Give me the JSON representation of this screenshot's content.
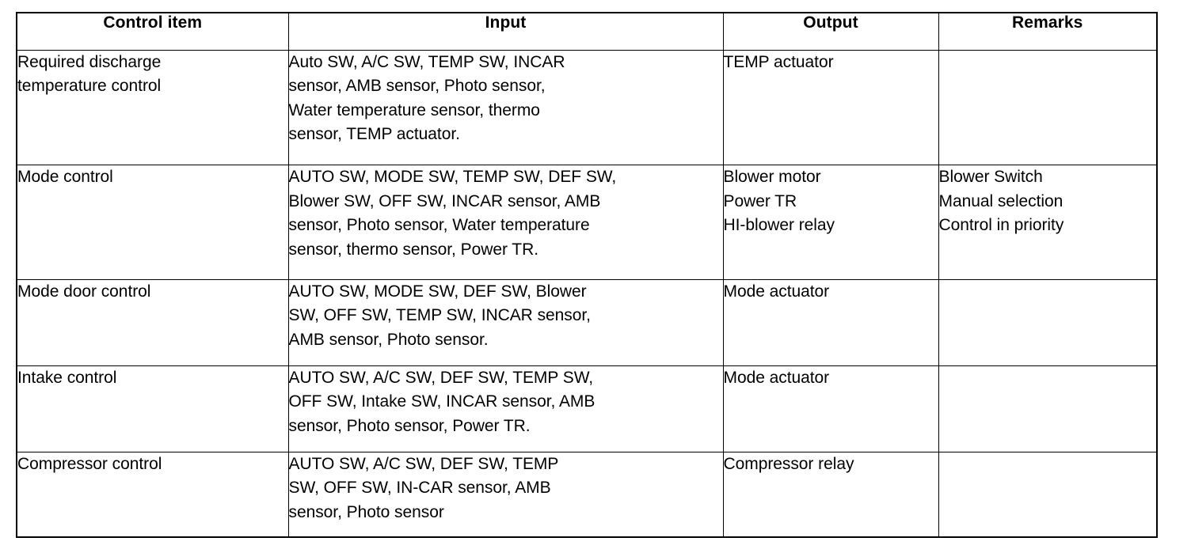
{
  "table": {
    "columns": [
      {
        "key": "control_item",
        "label": "Control item"
      },
      {
        "key": "input",
        "label": "Input"
      },
      {
        "key": "output",
        "label": "Output"
      },
      {
        "key": "remarks",
        "label": "Remarks"
      }
    ],
    "rows": [
      {
        "control_item": [
          "Required discharge",
          "temperature control"
        ],
        "input": [
          "Auto SW, A/C SW, TEMP SW, INCAR",
          "sensor, AMB sensor, Photo sensor,",
          "Water temperature sensor, thermo",
          "sensor, TEMP actuator."
        ],
        "output": [
          "TEMP actuator"
        ],
        "remarks": []
      },
      {
        "control_item": [
          "Mode control"
        ],
        "input": [
          "AUTO SW, MODE SW, TEMP SW, DEF SW,",
          "Blower SW, OFF SW, INCAR sensor, AMB",
          "sensor, Photo sensor, Water temperature",
          "sensor, thermo sensor, Power TR."
        ],
        "output": [
          "Blower motor",
          "Power TR",
          "HI-blower relay"
        ],
        "remarks": [
          "Blower Switch",
          "Manual selection",
          "Control in priority"
        ]
      },
      {
        "control_item": [
          "Mode door control"
        ],
        "input": [
          "AUTO SW, MODE SW, DEF SW, Blower",
          "SW, OFF SW, TEMP SW, INCAR sensor,",
          "AMB sensor, Photo sensor."
        ],
        "output": [
          "Mode actuator"
        ],
        "remarks": []
      },
      {
        "control_item": [
          "Intake control"
        ],
        "input": [
          "AUTO SW, A/C SW, DEF SW, TEMP SW,",
          "OFF SW, Intake SW, INCAR sensor, AMB",
          "sensor, Photo sensor, Power TR."
        ],
        "output": [
          "Mode actuator"
        ],
        "remarks": []
      },
      {
        "control_item": [
          "Compressor control"
        ],
        "input": [
          "AUTO SW, A/C SW, DEF SW, TEMP",
          "SW, OFF SW, IN-CAR sensor, AMB",
          "sensor, Photo sensor"
        ],
        "output": [
          "Compressor relay"
        ],
        "remarks": []
      }
    ]
  },
  "colors": {
    "ink": "#000000",
    "paper": "#ffffff"
  }
}
